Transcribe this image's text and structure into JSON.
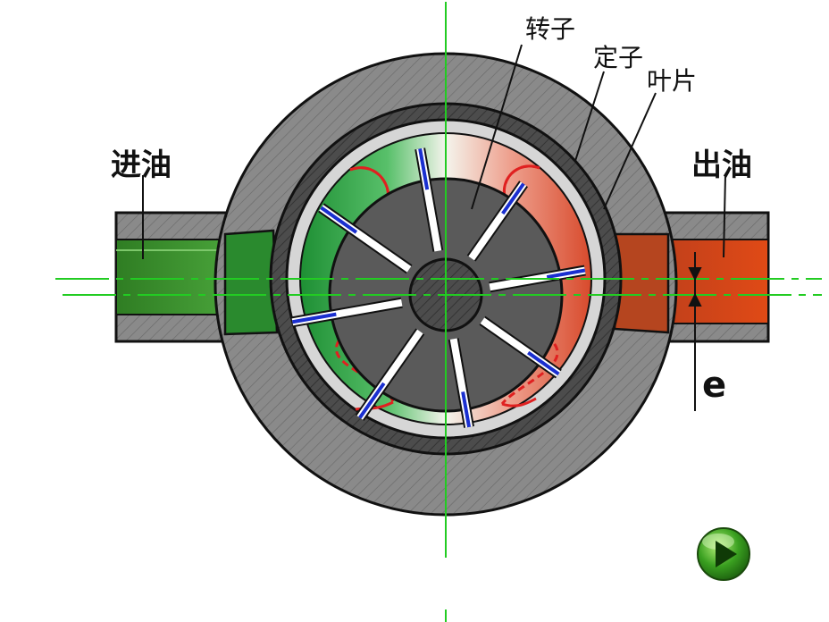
{
  "labels": {
    "inlet": "进油",
    "outlet": "出油",
    "rotor": "转子",
    "stator": "定子",
    "vane": "叶片",
    "eccentricity": "e"
  },
  "colors": {
    "inlet_green": "#2e9a3e",
    "outlet_red": "#d9441f",
    "housing_gray": "#8c8c8c",
    "rotor_gray": "#5a5a5a",
    "centerline_green": "#22cc22",
    "vane_blue": "#1a2fd0",
    "seal_red": "#e02020"
  },
  "icons": {
    "play": "play-icon"
  },
  "vane_count": 8
}
